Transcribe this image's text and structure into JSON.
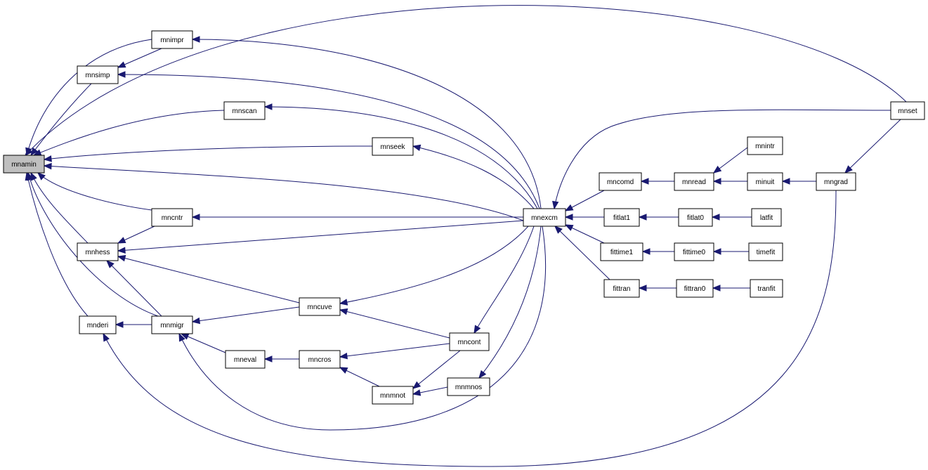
{
  "colors": {
    "edge": "#191970",
    "root_fill": "#bfbfbf",
    "node_fill": "#ffffff",
    "node_border": "#000000"
  },
  "nodes": {
    "mnamin": "mnamin",
    "mnimpr": "mnimpr",
    "mnsimp": "mnsimp",
    "mnscan": "mnscan",
    "mnseek": "mnseek",
    "mncntr": "mncntr",
    "mnhess": "mnhess",
    "mnderi": "mnderi",
    "mnmigr": "mnmigr",
    "mncuve": "mncuve",
    "mneval": "mneval",
    "mncros": "mncros",
    "mnmnot": "mnmnot",
    "mnmnos": "mnmnos",
    "mncont": "mncont",
    "mnexcm": "mnexcm",
    "mncomd": "mncomd",
    "mnread": "mnread",
    "mnintr": "mnintr",
    "minuit": "minuit",
    "mngrad": "mngrad",
    "mnset": "mnset",
    "fitlat1": "fitlat1",
    "fitlat0": "fitlat0",
    "latfit": "latfit",
    "fittime1": "fittime1",
    "fittime0": "fittime0",
    "timefit": "timefit",
    "fittran": "fittran",
    "fittran0": "fittran0",
    "tranfit": "tranfit"
  },
  "edges": [
    [
      "mnimpr",
      "mnamin"
    ],
    [
      "mnsimp",
      "mnamin"
    ],
    [
      "mnscan",
      "mnamin"
    ],
    [
      "mnseek",
      "mnamin"
    ],
    [
      "mnexcm",
      "mnamin"
    ],
    [
      "mncntr",
      "mnamin"
    ],
    [
      "mnhess",
      "mnamin"
    ],
    [
      "mnmigr",
      "mnamin"
    ],
    [
      "mnderi",
      "mnamin"
    ],
    [
      "mnset",
      "mnamin"
    ],
    [
      "mnimpr",
      "mnsimp"
    ],
    [
      "mnexcm",
      "mnimpr"
    ],
    [
      "mnexcm",
      "mnsimp"
    ],
    [
      "mnexcm",
      "mnscan"
    ],
    [
      "mnexcm",
      "mnseek"
    ],
    [
      "mnexcm",
      "mncntr"
    ],
    [
      "mnexcm",
      "mnhess"
    ],
    [
      "mncntr",
      "mnhess"
    ],
    [
      "mnmigr",
      "mnhess"
    ],
    [
      "mncuve",
      "mnhess"
    ],
    [
      "mnmigr",
      "mnderi"
    ],
    [
      "mncuve",
      "mnmigr"
    ],
    [
      "mneval",
      "mnmigr"
    ],
    [
      "mnexcm",
      "mnmigr"
    ],
    [
      "mncros",
      "mneval"
    ],
    [
      "mncont",
      "mncros"
    ],
    [
      "mnmnot",
      "mncros"
    ],
    [
      "mnexcm",
      "mncuve"
    ],
    [
      "mncont",
      "mncuve"
    ],
    [
      "mncont",
      "mnmnot"
    ],
    [
      "mnmnos",
      "mnmnot"
    ],
    [
      "mnexcm",
      "mncont"
    ],
    [
      "mnexcm",
      "mnmnos"
    ],
    [
      "mncomd",
      "mnexcm"
    ],
    [
      "fitlat1",
      "mnexcm"
    ],
    [
      "fittime1",
      "mnexcm"
    ],
    [
      "fittran",
      "mnexcm"
    ],
    [
      "mnset",
      "mnexcm"
    ],
    [
      "mnread",
      "mncomd"
    ],
    [
      "mnintr",
      "mnread"
    ],
    [
      "minuit",
      "mnread"
    ],
    [
      "mngrad",
      "minuit"
    ],
    [
      "mnset",
      "mngrad"
    ],
    [
      "mngrad",
      "mnderi"
    ],
    [
      "fitlat0",
      "fitlat1"
    ],
    [
      "latfit",
      "fitlat0"
    ],
    [
      "fittime0",
      "fittime1"
    ],
    [
      "timefit",
      "fittime0"
    ],
    [
      "fittran0",
      "fittran"
    ],
    [
      "tranfit",
      "fittran0"
    ]
  ]
}
